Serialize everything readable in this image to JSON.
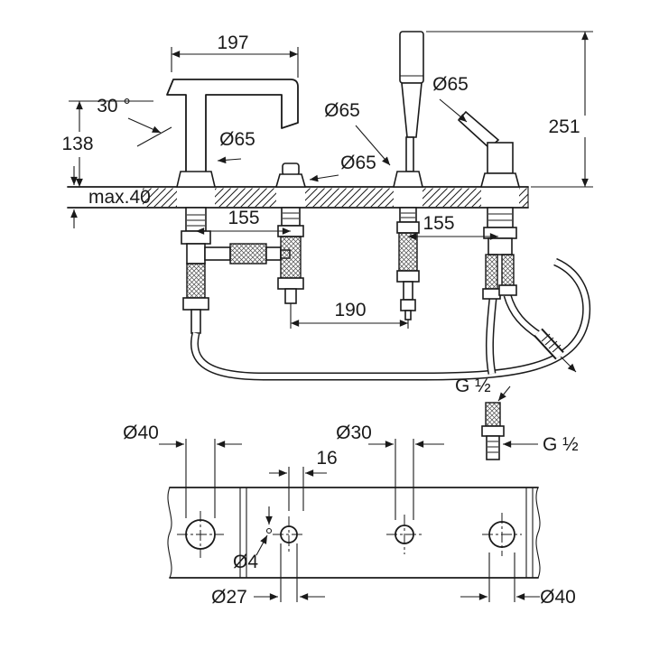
{
  "canvas": {
    "background": "#ffffff",
    "ink": "#1a1a1a"
  },
  "elevation": {
    "spout_reach": "197",
    "spout_angle": "30 °",
    "spout_height": "138",
    "deck_thickness": "max.40",
    "spout_base_dia": "Ø65",
    "holder_base_dia": "Ø65",
    "valve_base_dia": "Ø65",
    "mixer_base_dia": "Ø65",
    "handshower_height": "251",
    "hole_pitch_left": "155",
    "hole_pitch_right": "155",
    "hole_pitch_middle": "190",
    "hose_thread_top": "G ½",
    "hose_thread_bottom": "G ½"
  },
  "plan": {
    "spout_hole_dia": "Ø40",
    "holder_hole_dia": "Ø30",
    "pin_offset": "16",
    "pin_hole_dia": "Ø4",
    "valve_hole_dia": "Ø27",
    "mixer_hole_dia": "Ø40"
  }
}
